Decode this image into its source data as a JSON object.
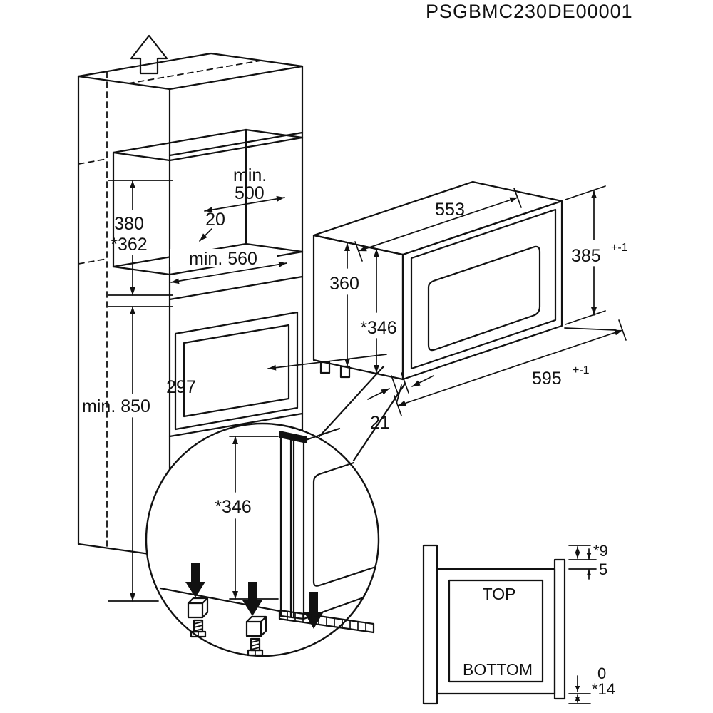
{
  "part_number": "PSGBMC230DE00001",
  "cabinet": {
    "niche_height": "380",
    "niche_height_alt": "*362",
    "min_label": "min.",
    "min_width": "500",
    "side_gap": "20",
    "min_depth": "min. 560",
    "min_floor_height": "min. 850",
    "door_depth": "297"
  },
  "appliance": {
    "width": "553",
    "height": "360",
    "inner_height": "*346",
    "frame_height": "385",
    "frame_height_tol": "+-1",
    "frame_width": "595",
    "frame_width_tol": "+-1",
    "frame_depth": "21"
  },
  "detail": {
    "height": "*346"
  },
  "side_view": {
    "top": "TOP",
    "bottom": "BOTTOM",
    "top_protrusion": "*9",
    "top_gap": "5",
    "bottom_gap": "0",
    "bottom_protrusion": "*14"
  }
}
